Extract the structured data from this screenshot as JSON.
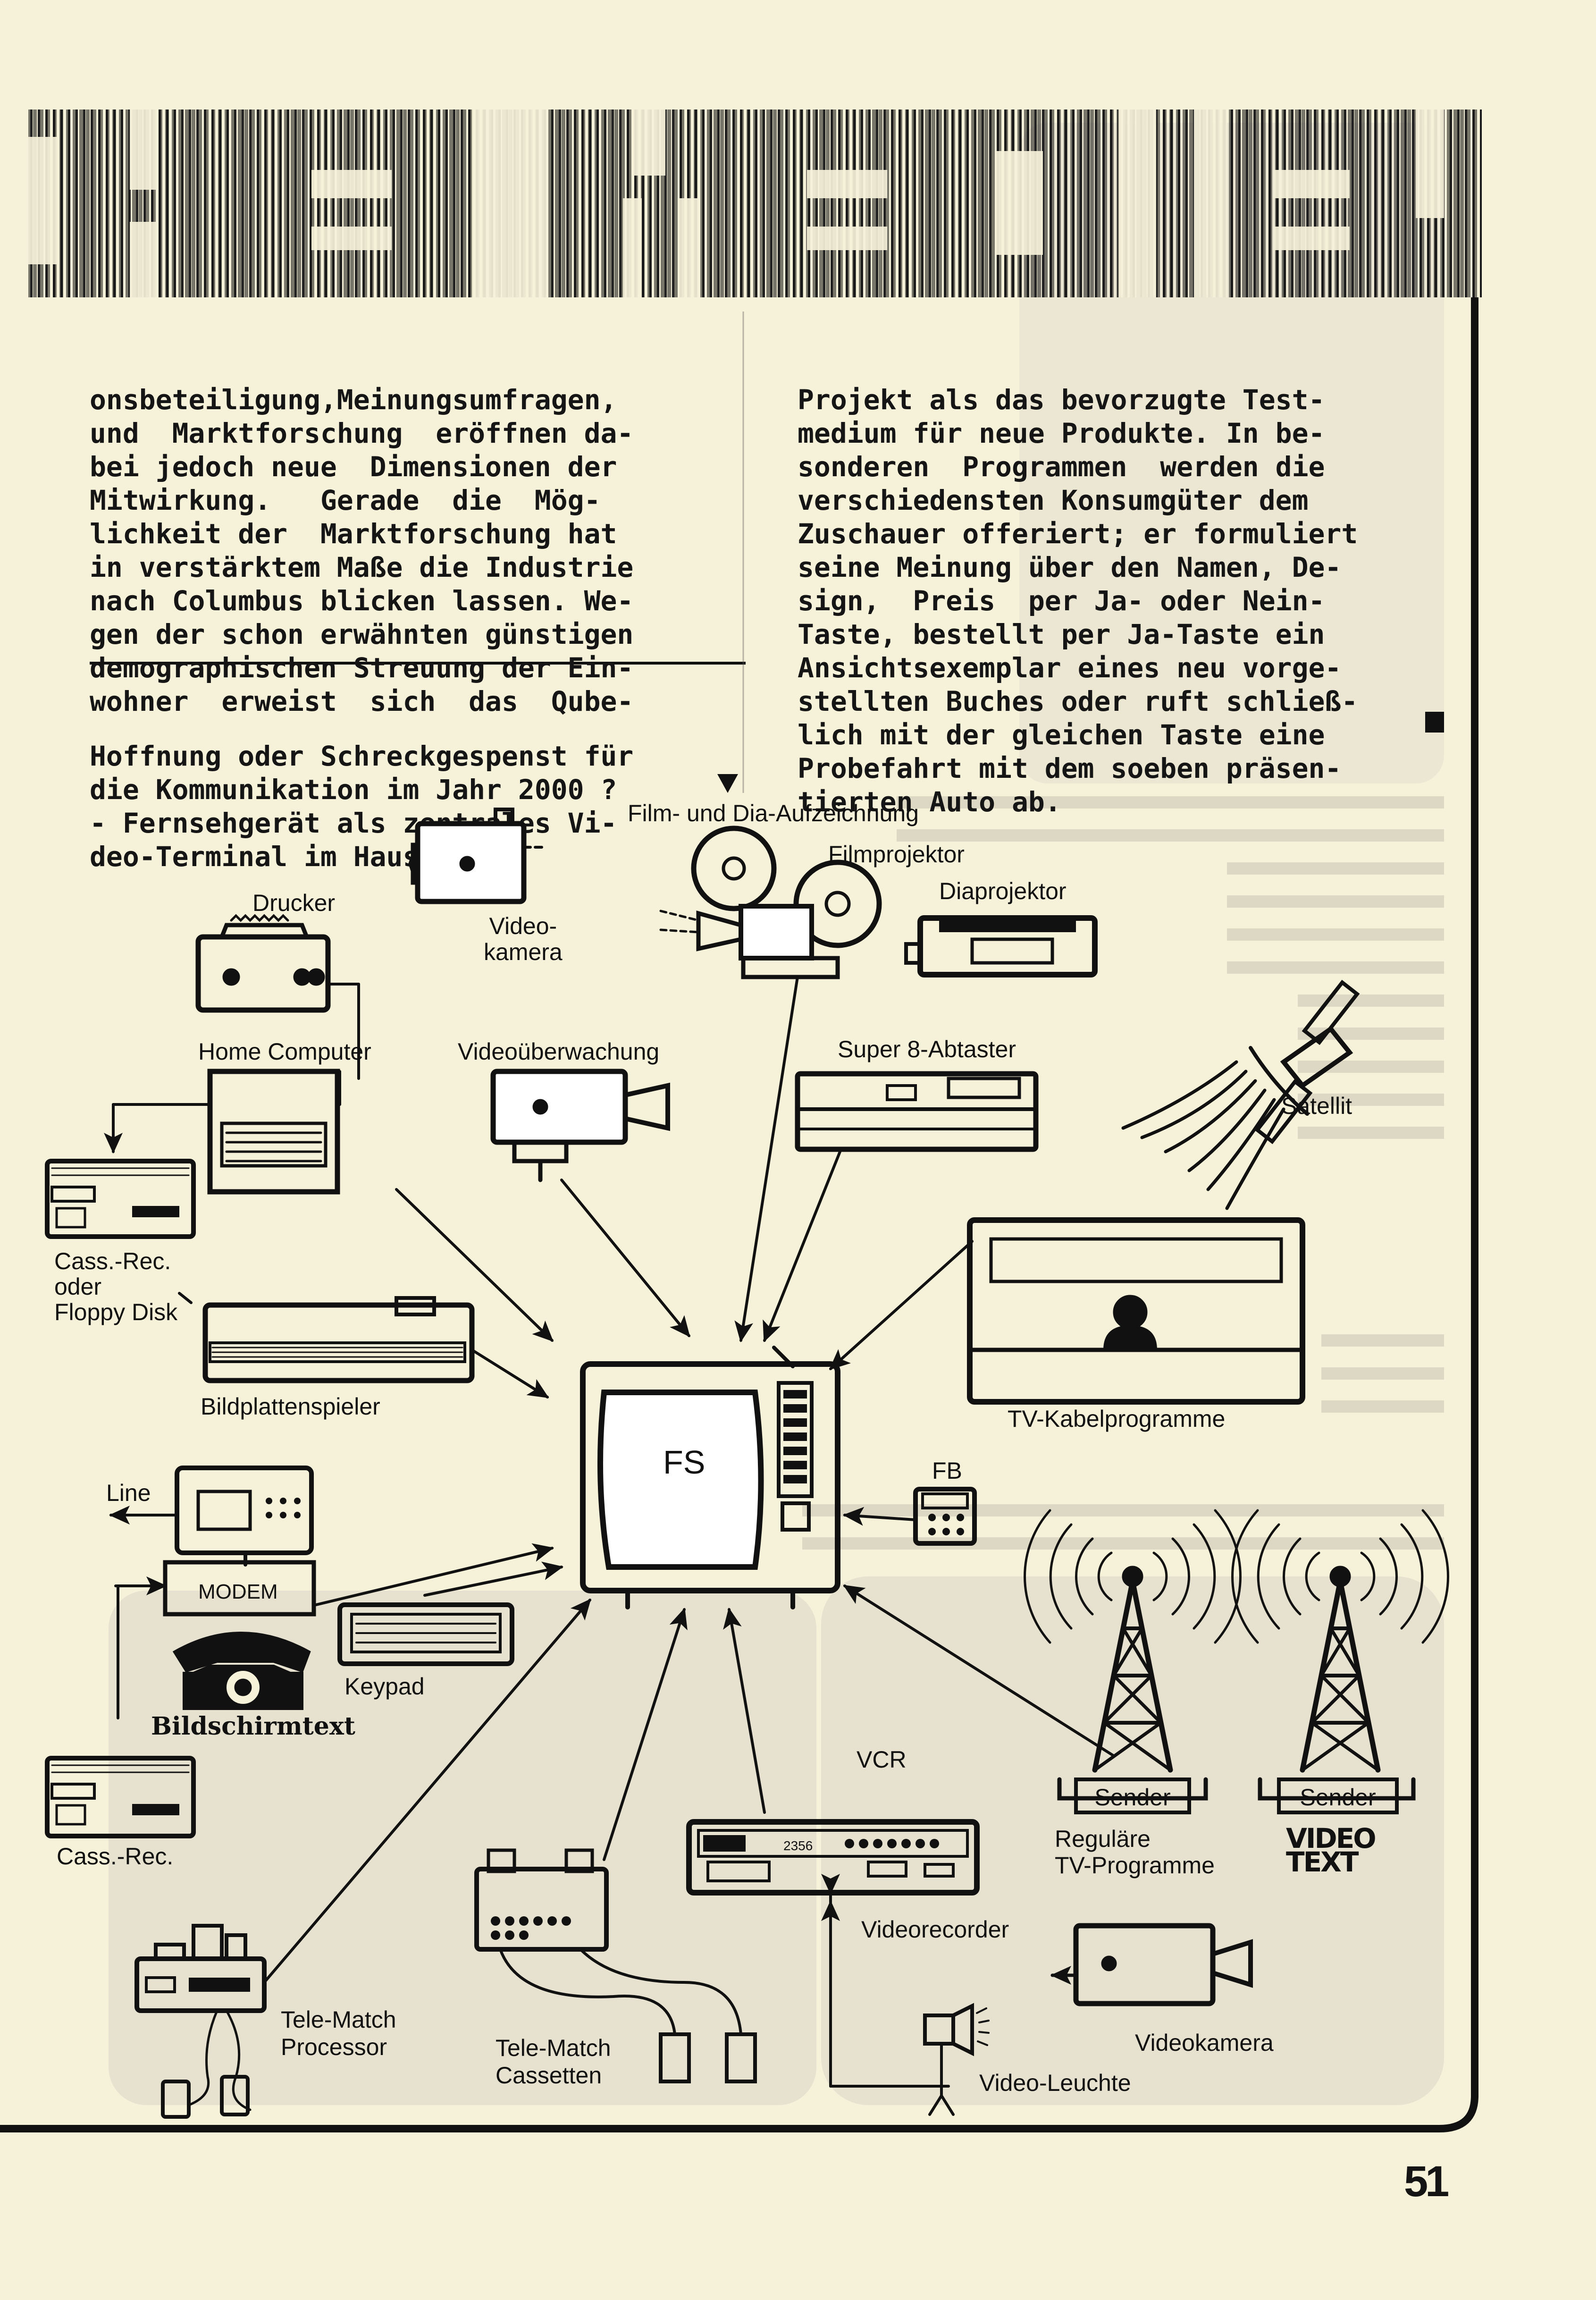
{
  "header_banner": {
    "letters": "CHE MEDIEN"
  },
  "article": {
    "left_paragraph": [
      "onsbeteiligung,Meinungsumfragen,",
      "und  Marktforschung  eröffnen da-",
      "bei jedoch neue  Dimensionen der",
      "Mitwirkung.   Gerade  die  Mög-",
      "lichkeit der  Marktforschung hat",
      "in verstärktem Maße die Industrie",
      "nach Columbus blicken lassen. We-",
      "gen der schon erwähnten günstigen",
      "demographischen Streuung der Ein-",
      "wohner  erweist  sich  das  Qube-"
    ],
    "caption": [
      "Hoffnung oder Schreckgespenst für",
      "die Kommunikation im Jahr 2000 ?",
      "- Fernsehgerät als zentrales Vi-",
      "deo-Terminal im Haushalt."
    ],
    "right_paragraph": [
      "Projekt als das bevorzugte Test-",
      "medium für neue Produkte. In be-",
      "sonderen  Programmen  werden die",
      "verschiedensten Konsumgüter dem",
      "Zuschauer offeriert; er formuliert",
      "seine Meinung über den Namen, De-",
      "sign,  Preis  per Ja- oder Nein-",
      "Taste, bestellt per Ja-Taste ein",
      "Ansichtsexemplar eines neu vorge-",
      "stellten Buches oder ruft schließ-",
      "lich mit der gleichen Taste eine",
      "Probefahrt mit dem soeben präsen-",
      "tierten Auto ab."
    ]
  },
  "diagram": {
    "center": "FS",
    "labels": {
      "film": "Film- und Dia-Aufzeichnung",
      "filmprojektor": "Filmprojektor",
      "diaprojektor": "Diaprojektor",
      "drucker": "Drucker",
      "videokamera_top": "Video-\nkamera",
      "home_computer": "Home Computer",
      "videoueberwachung": "Videoüberwachung",
      "super8": "Super 8-Abtaster",
      "satellit": "Satellit",
      "cass_floppy": "Cass.-Rec.\noder\nFloppy Disk",
      "bildplatte": "Bildplattenspieler",
      "tv_kabel": "TV-Kabelprogramme",
      "fb": "FB",
      "line": "Line",
      "modem": "MODEM",
      "keypad": "Keypad",
      "bildschirmtext": "Bildschirmtext",
      "vcr": "VCR",
      "sender1": "Sender",
      "sender2": "Sender",
      "regulaere": "Reguläre\nTV-Programme",
      "videotext": "VIDEO\nTEXT",
      "cass_rec": "Cass.-Rec.",
      "videorecorder": "Videorecorder",
      "telematch_proc": "Tele-Match\nProcessor",
      "telematch_cass": "Tele-Match\nCassetten",
      "videokamera_bottom": "Videokamera",
      "videoleuchte": "Video-Leuchte",
      "vcr_counter": "2356"
    }
  },
  "page_number": "51"
}
